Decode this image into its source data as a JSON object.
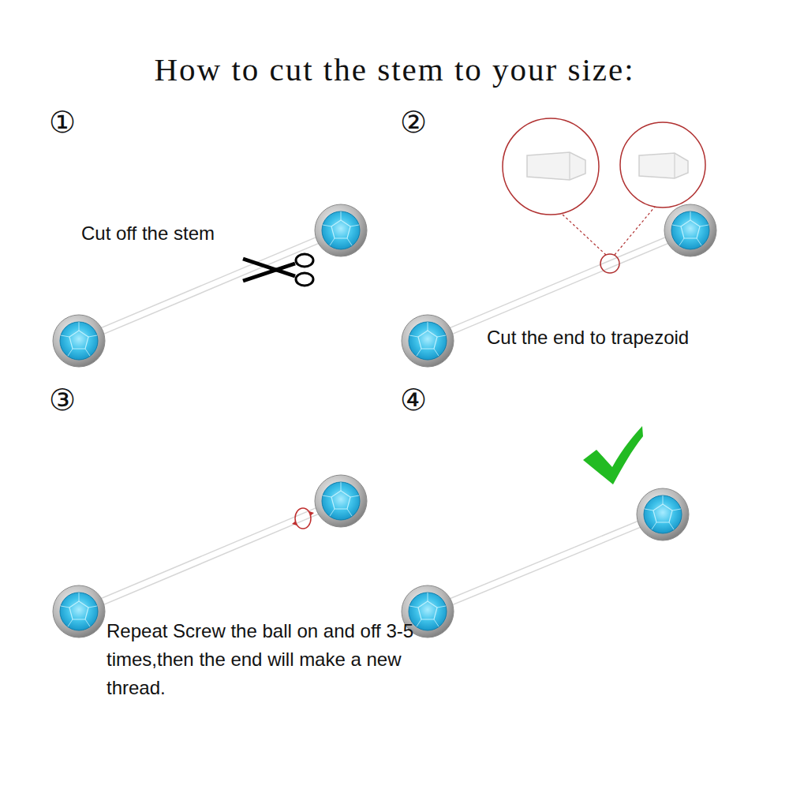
{
  "diagram": {
    "title": "How to cut the stem to your size:",
    "labels": [
      "①",
      "Cut off the stem",
      "②",
      "Cut the end to trapezoid",
      "③",
      "Repeat Screw the ball on and off 3-5 times,then the end will make a new thread.",
      "④"
    ]
  }
}
